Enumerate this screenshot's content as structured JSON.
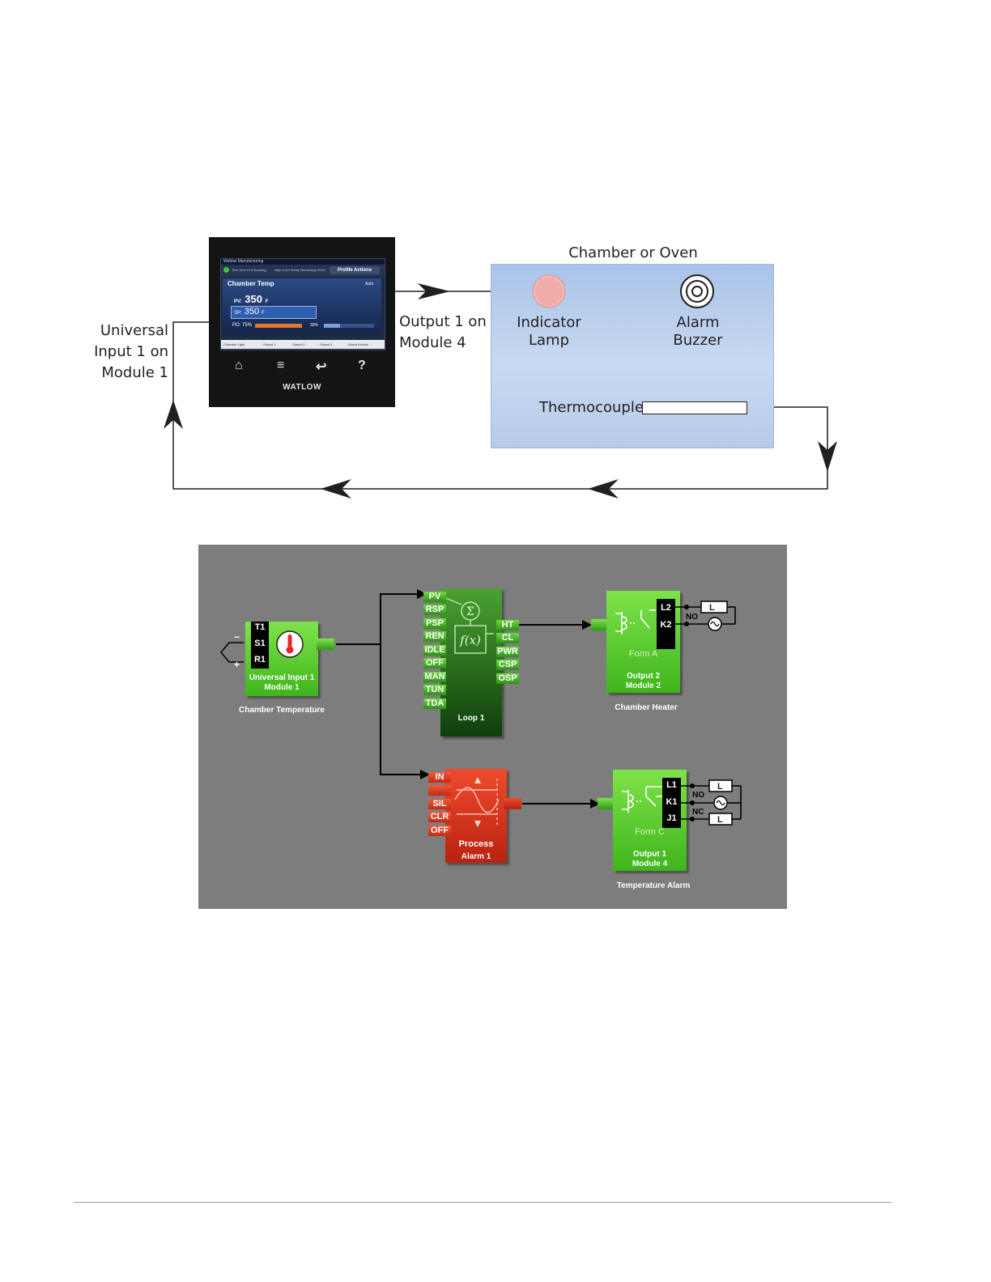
{
  "top_diagram": {
    "chamber_title": "Chamber or Oven",
    "input_label": [
      "Universal",
      "Input 1 on",
      "Module 1"
    ],
    "output_label": [
      "Output 1 on",
      "Module 4"
    ],
    "indicator_label": [
      "Indicator",
      "Lamp"
    ],
    "buzzer_label": [
      "Alarm",
      "Buzzer"
    ],
    "thermocouple_label": "Thermocouple",
    "controller": {
      "header_left": "Watlow Manufacturing",
      "profile_button": "Profile Actions",
      "status_left": "Elm Time 21:5  Running",
      "status_mid": "Step 2 of 5 Ramp  Remaining 00:00",
      "panel_title": "Chamber Temp",
      "mode": "Auto",
      "pv_label": "PV:",
      "pv_value": "350",
      "pv_unit": "F",
      "sp_label": "SP:",
      "sp_value": "350",
      "sp_unit": "F",
      "po_label": "PO:",
      "po_value": "75%",
      "po2_value": "30%",
      "tabs": [
        "Chamber Light",
        "Output 1",
        "Output 3",
        "Output 4",
        "Output Actions"
      ],
      "nav_icons": [
        "home-icon",
        "menu-icon",
        "back-icon",
        "help-icon"
      ],
      "brand": "WATLOW"
    }
  },
  "function_blocks": {
    "input_block": {
      "terminals": [
        "T1",
        "S1",
        "R1"
      ],
      "title": [
        "Universal Input 1",
        "Module 1"
      ],
      "caption": "Chamber Temperature",
      "polarity": [
        "−",
        "+"
      ]
    },
    "loop_block": {
      "inputs": [
        "PV",
        "RSP",
        "PSP",
        "REN",
        "IDLE",
        "OFF",
        "MAN",
        "TUN",
        "TDA"
      ],
      "outputs": [
        "HT",
        "CL",
        "PWR",
        "CSP",
        "OSP"
      ],
      "title": "Loop 1",
      "sum_symbol": "Σ",
      "func_symbol": "f(x)"
    },
    "alarm_block": {
      "inputs": [
        "IN",
        "",
        "SIL",
        "CLR",
        "OFF"
      ],
      "title": [
        "Process",
        "Alarm 1"
      ]
    },
    "output2_block": {
      "terminals": [
        "L2",
        "K2"
      ],
      "form": "Form A",
      "title": [
        "Output 2",
        "Module 2"
      ],
      "caption": "Chamber Heater",
      "contacts": [
        "NO"
      ],
      "load": "L"
    },
    "output1_block": {
      "terminals": [
        "L1",
        "K1",
        "J1"
      ],
      "form": "Form C",
      "title": [
        "Output 1",
        "Module 4"
      ],
      "caption": "Temperature Alarm",
      "contacts": [
        "NO",
        "NC"
      ],
      "loads": [
        "L",
        "L"
      ]
    }
  },
  "colors": {
    "green_block": "#4cc023",
    "red_block": "#d9331a",
    "panel_gray": "#7d7d7d",
    "chamber_blue": "#b9cdea"
  }
}
